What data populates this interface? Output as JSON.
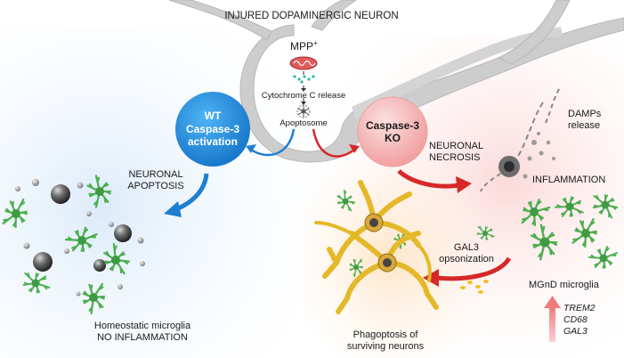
{
  "title": "INJURED DOPAMINERGIC NEURON",
  "neuron_core": {
    "toxin": "MPP",
    "toxin_sup": "+",
    "cytochrome": "Cytochrome C release",
    "apoptosome": "Apoptosome"
  },
  "wt_badge": {
    "line1": "WT",
    "line2": "Caspase-3",
    "line3": "activation"
  },
  "ko_badge": {
    "line1": "Caspase-3",
    "line2": "KO"
  },
  "left": {
    "apoptosis_line1": "NEURONAL",
    "apoptosis_line2": "APOPTOSIS",
    "microglia_line1": "Homeostatic microglia",
    "microglia_line2": "NO INFLAMMATION"
  },
  "right": {
    "necrosis_line1": "NEURONAL",
    "necrosis_line2": "NECROSIS",
    "damps_line1": "DAMPs",
    "damps_line2": "release",
    "inflammation": "INFLAMMATION",
    "mgnd": "MGnD microglia",
    "genes": [
      "TREM2",
      "CD68",
      "GAL3"
    ],
    "gal3_line1": "GAL3",
    "gal3_line2": "opsonization",
    "phago_line1": "Phagoptosis of",
    "phago_line2": "surviving neurons"
  },
  "colors": {
    "wt_blue": "#1e88d8",
    "ko_red": "#e03333",
    "microglia_green": "#4caf50",
    "neuron_grey": "#c9c9c9",
    "axon_yellow": "#e5b82a"
  }
}
